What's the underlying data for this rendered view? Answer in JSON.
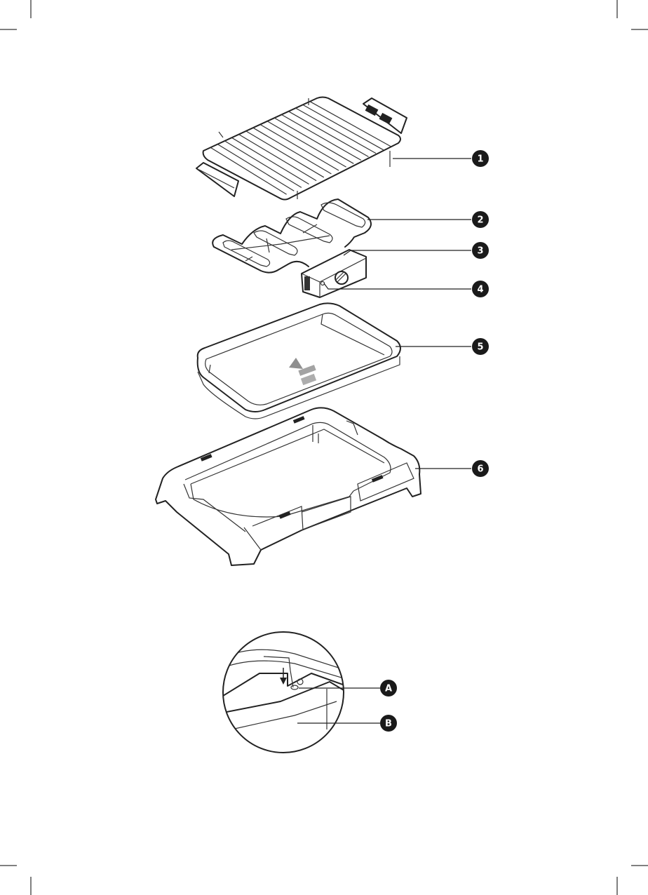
{
  "callouts": {
    "c1": "1",
    "c2": "2",
    "c3": "3",
    "c4": "4",
    "c5": "5",
    "c6": "6",
    "cA": "A",
    "cB": "B"
  },
  "colors": {
    "line": "#222222",
    "callout_fill": "#1a1a1a",
    "callout_text": "#ffffff"
  }
}
